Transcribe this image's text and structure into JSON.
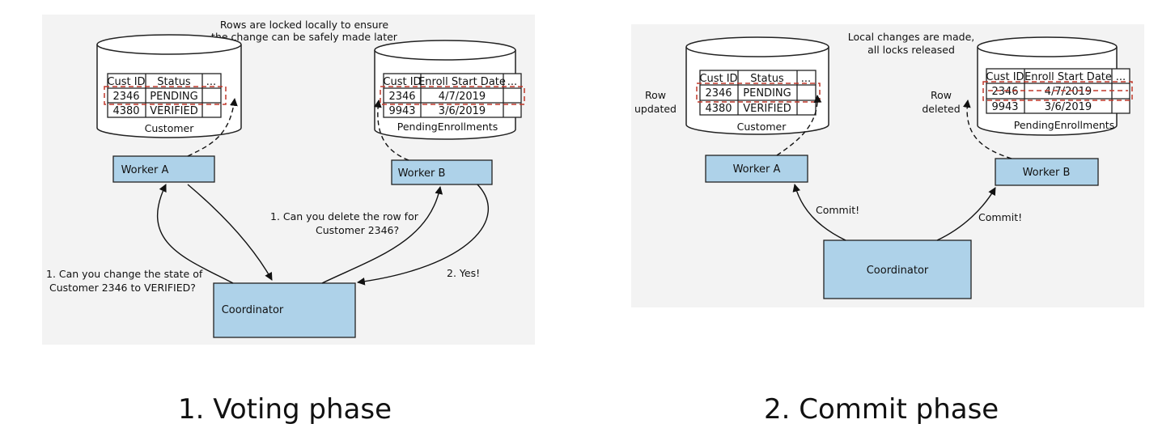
{
  "voting": {
    "caption": "1. Voting phase",
    "note_locked_line1": "Rows are locked locally to ensure",
    "note_locked_line2": "the change can be safely made later",
    "customer_table": {
      "name": "Customer",
      "headers": [
        "Cust ID",
        "Status",
        "..."
      ],
      "rows": [
        [
          "2346",
          "PENDING",
          ""
        ],
        [
          "4380",
          "VERIFIED",
          ""
        ]
      ]
    },
    "enroll_table": {
      "name": "PendingEnrollments",
      "headers": [
        "Cust ID",
        "Enroll Start Date",
        "..."
      ],
      "rows": [
        [
          "2346",
          "4/7/2019",
          ""
        ],
        [
          "9943",
          "3/6/2019",
          ""
        ]
      ]
    },
    "worker_a": "Worker A",
    "worker_b": "Worker B",
    "coordinator": "Coordinator",
    "q_delete_line1": "1. Can you delete the row for",
    "q_delete_line2": "Customer 2346?",
    "q_change_line1": "1. Can you change the state of",
    "q_change_line2": "Customer 2346 to VERIFIED?",
    "answer": "2. Yes!"
  },
  "commit": {
    "caption": "2. Commit phase",
    "note_line1": "Local changes are made,",
    "note_line2": "all locks released",
    "row_updated_line1": "Row",
    "row_updated_line2": "updated",
    "row_deleted_line1": "Row",
    "row_deleted_line2": "deleted",
    "customer_table": {
      "name": "Customer",
      "headers": [
        "Cust ID",
        "Status",
        "..."
      ],
      "rows": [
        [
          "2346",
          "PENDING",
          ""
        ],
        [
          "4380",
          "VERIFIED",
          ""
        ]
      ]
    },
    "enroll_table": {
      "name": "PendingEnrollments",
      "headers": [
        "Cust ID",
        "Enroll Start Date",
        "..."
      ],
      "rows": [
        [
          "2346",
          "4/7/2019",
          ""
        ],
        [
          "9943",
          "3/6/2019",
          ""
        ]
      ]
    },
    "worker_a": "Worker A",
    "worker_b": "Worker B",
    "coordinator": "Coordinator",
    "commit_label_a": "Commit!",
    "commit_label_b": "Commit!"
  },
  "colors": {
    "box_fill": "#aed2e9",
    "box_stroke": "#222222",
    "lock_highlight": "#c0392b",
    "panel_bg": "#f3f3f3"
  }
}
